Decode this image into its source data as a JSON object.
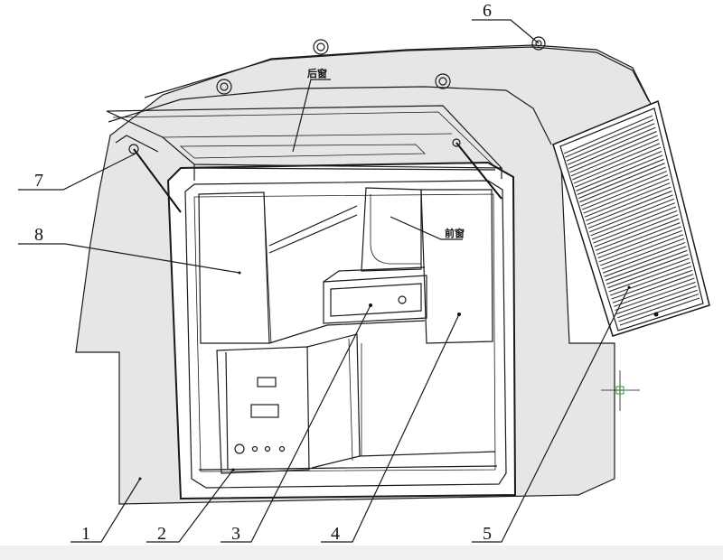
{
  "diagram": {
    "callouts": [
      {
        "id": "1",
        "text": "1"
      },
      {
        "id": "2",
        "text": "2"
      },
      {
        "id": "3",
        "text": "3"
      },
      {
        "id": "4",
        "text": "4"
      },
      {
        "id": "5",
        "text": "5"
      },
      {
        "id": "6",
        "text": "6"
      },
      {
        "id": "7",
        "text": "7"
      },
      {
        "id": "8",
        "text": "8"
      }
    ],
    "rear_window_label": "后窗",
    "front_window_label": "前窗"
  }
}
